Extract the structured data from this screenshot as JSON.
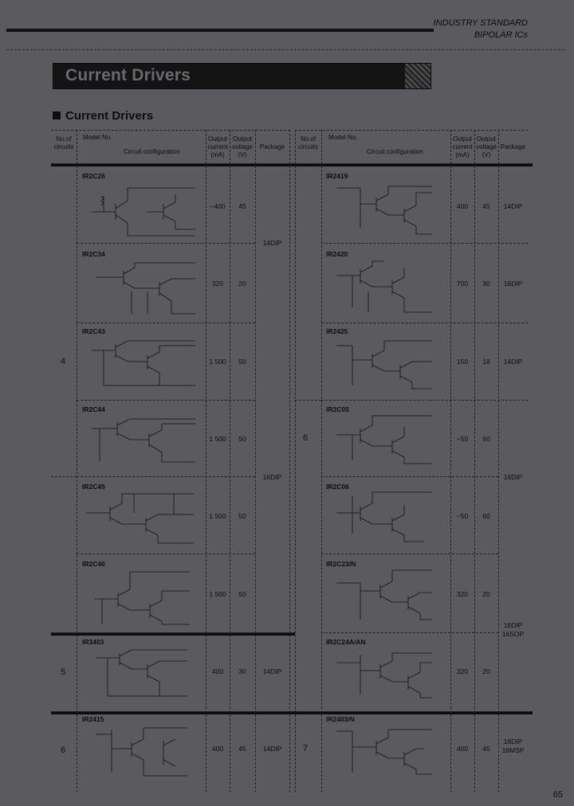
{
  "header": {
    "category_line1": "INDUSTRY STANDARD",
    "category_line2": "BIPOLAR ICs"
  },
  "banner_title": "Current Drivers",
  "section_title": "Current Drivers",
  "table_headers": {
    "no_of_circuits": "No.of circuits",
    "model_no": "Model No.",
    "circuit_configuration": "Circuit configuration",
    "output_current": "Output current (mA)",
    "output_voltage": "Output voltage (V)",
    "package": "Package"
  },
  "left_groups": [
    {
      "circuits": "4"
    },
    {
      "circuits": "5"
    },
    {
      "circuits": "6"
    }
  ],
  "right_groups": [
    {
      "circuits": "6"
    },
    {
      "circuits": "7"
    }
  ],
  "left_rows": [
    {
      "model": "IR2C26",
      "current": "−400",
      "voltage": "45"
    },
    {
      "model": "IR2C34",
      "current": "320",
      "voltage": "20"
    },
    {
      "model": "IR2C43",
      "current": "1 500",
      "voltage": "50"
    },
    {
      "model": "IR2C44",
      "current": "1 500",
      "voltage": "50"
    },
    {
      "model": "IR2C45",
      "current": "1 500",
      "voltage": "50"
    },
    {
      "model": "IR2C46",
      "current": "1 500",
      "voltage": "50"
    },
    {
      "model": "IR3403",
      "current": "400",
      "voltage": "30",
      "package": "14DIP"
    },
    {
      "model": "IR2415",
      "current": "400",
      "voltage": "45",
      "package": "14DIP"
    }
  ],
  "left_packages": {
    "p1": "14DIP",
    "p2": "16DIP"
  },
  "right_rows": [
    {
      "model": "IR2419",
      "current": "400",
      "voltage": "45",
      "package": "14DIP"
    },
    {
      "model": "IR2420",
      "current": "700",
      "voltage": "30",
      "package": "16DIP"
    },
    {
      "model": "IR2425",
      "current": "150",
      "voltage": "18",
      "package": "14DIP"
    },
    {
      "model": "IR2C05",
      "current": "−50",
      "voltage": "60"
    },
    {
      "model": "IR2C06",
      "current": "−50",
      "voltage": "60"
    },
    {
      "model": "IR2C23/N",
      "current": "320",
      "voltage": "20"
    },
    {
      "model": "IR2C24A/AN",
      "current": "320",
      "voltage": "20"
    },
    {
      "model": "IR2403/N",
      "current": "400",
      "voltage": "45",
      "package": "16DIP\n16MSP"
    }
  ],
  "right_packages": {
    "p1": "16DIP",
    "p2": "16DIP\n16SOP"
  },
  "page_number": "65"
}
